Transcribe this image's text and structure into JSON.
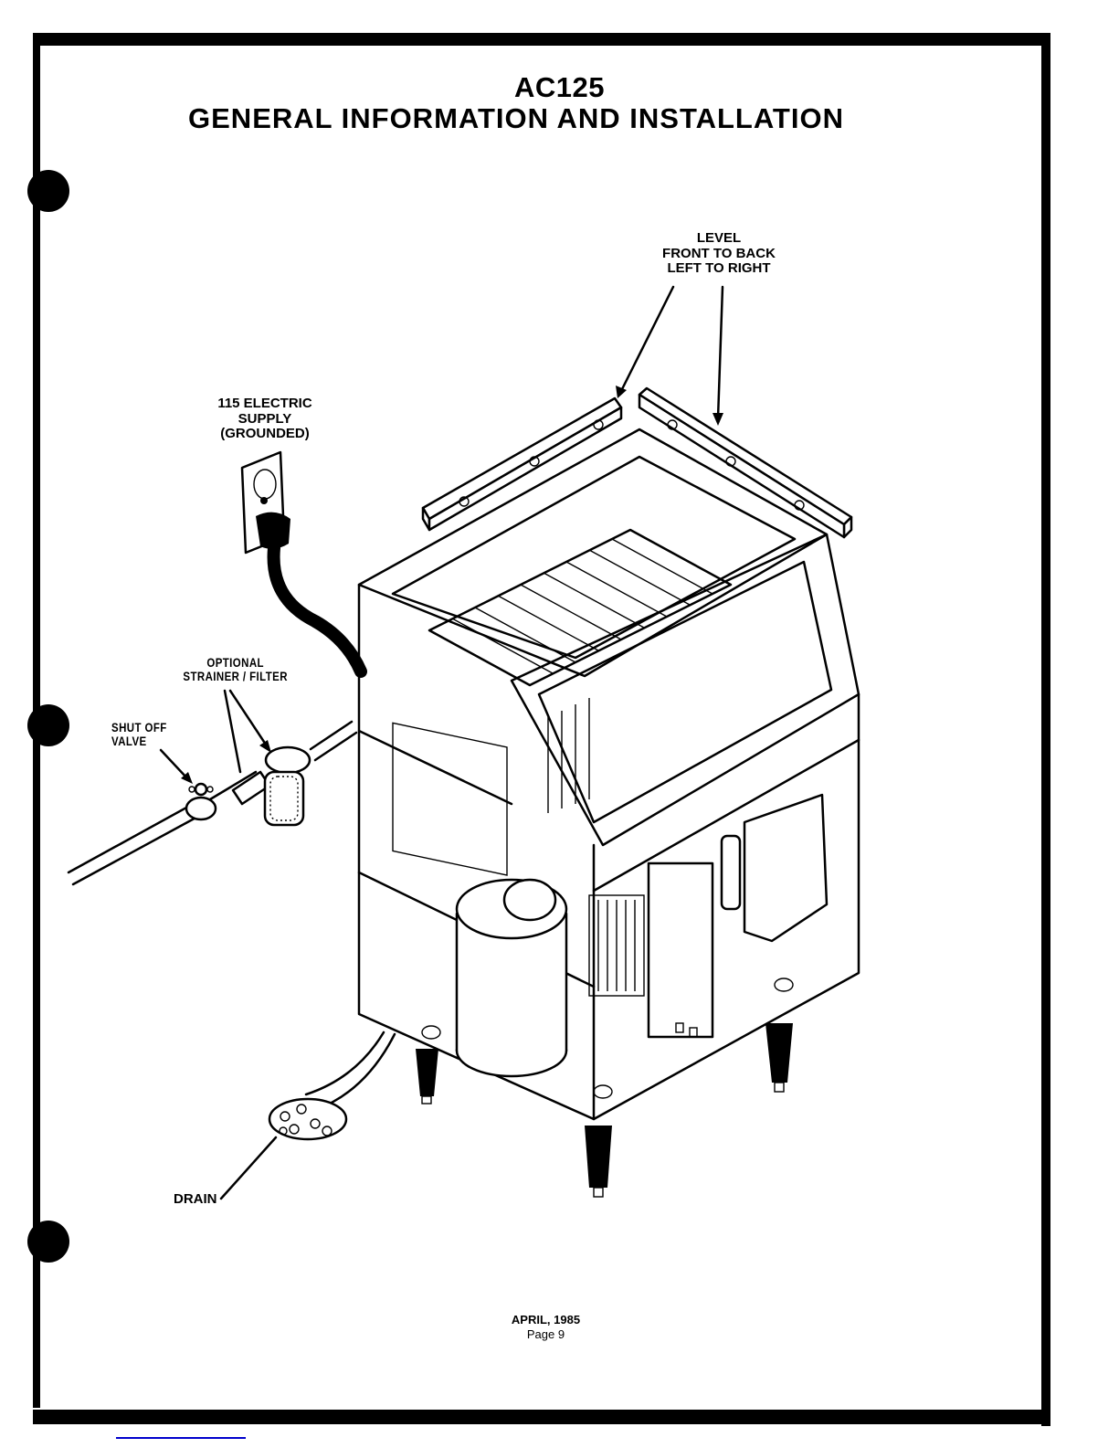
{
  "header": {
    "model": "AC125",
    "title": "GENERAL INFORMATION AND INSTALLATION"
  },
  "callouts": {
    "level": [
      "LEVEL",
      "FRONT TO BACK",
      "LEFT TO RIGHT"
    ],
    "electric": [
      "115 ELECTRIC",
      "SUPPLY",
      "(GROUNDED)"
    ],
    "strainer": [
      "OPTIONAL",
      "STRAINER / FILTER"
    ],
    "valve": [
      "SHUT OFF",
      "VALVE"
    ],
    "drain": "DRAIN"
  },
  "illustration": {
    "subject": "ice machine cabinet, exploded isometric view",
    "components": [
      "spirit level (left)",
      "spirit level (right)",
      "grounded wall outlet",
      "power cord plug",
      "water supply line",
      "shut off valve",
      "strainer / filter canister",
      "evaporator grid",
      "compressor",
      "condenser",
      "control box",
      "legs",
      "drain hose",
      "floor drain"
    ]
  },
  "footer": {
    "date": "APRIL, 1985",
    "page": "Page 9"
  }
}
